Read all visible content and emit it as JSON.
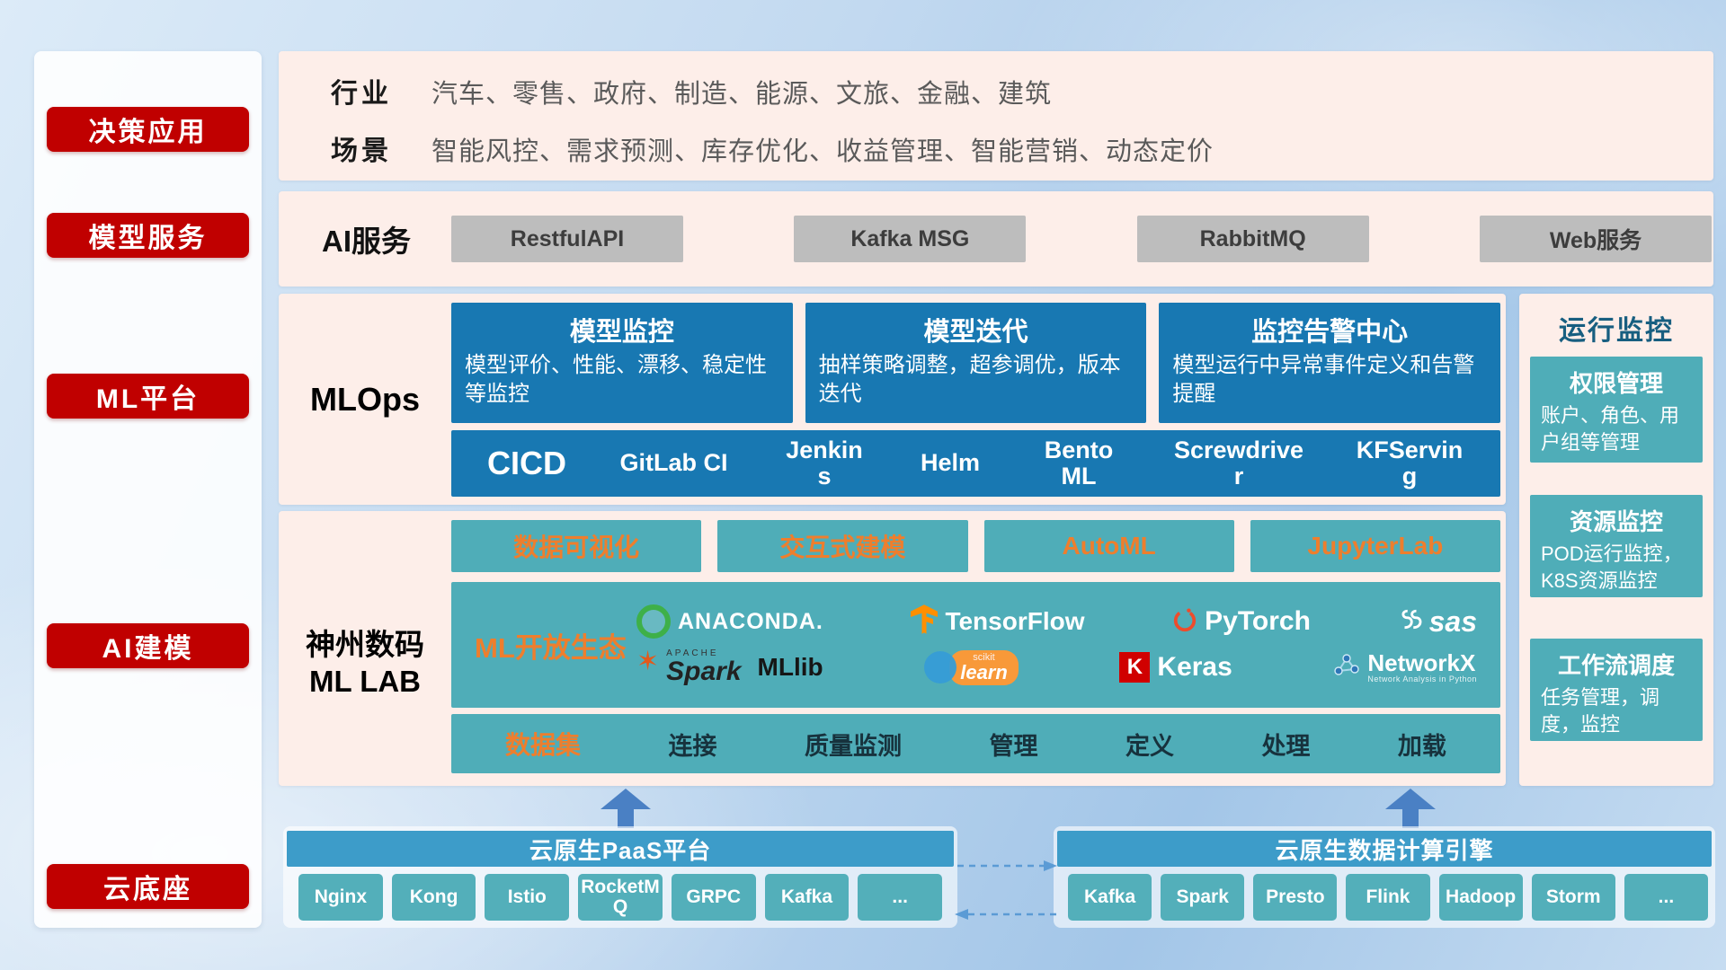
{
  "sidebar": {
    "items": [
      {
        "label": "决策应用"
      },
      {
        "label": "模型服务"
      },
      {
        "label": "ML平台"
      },
      {
        "label": "AI建模"
      },
      {
        "label": "云底座"
      }
    ]
  },
  "industry_row": {
    "row1_label": "行业",
    "row1_text": "汽车、零售、政府、制造、能源、文旅、金融、建筑",
    "row2_label": "场景",
    "row2_text": "智能风控、需求预测、库存优化、收益管理、智能营销、动态定价"
  },
  "service_row": {
    "label": "AI服务",
    "buttons": [
      "RestfulAPI",
      "Kafka MSG",
      "RabbitMQ",
      "Web服务"
    ]
  },
  "mlops": {
    "label": "MLOps",
    "cards": [
      {
        "title": "模型监控",
        "desc": "模型评价、性能、漂移、稳定性等监控"
      },
      {
        "title": "模型迭代",
        "desc": "抽样策略调整，超参调优，版本迭代"
      },
      {
        "title": "监控告警中心",
        "desc": "模型运行中异常事件定义和告警提醒"
      }
    ],
    "cicd": {
      "title": "CICD",
      "items": [
        "GitLab CI",
        "Jenkins",
        "Helm",
        "BentoML",
        "Screwdriver",
        "KFServing"
      ]
    }
  },
  "ml_lab": {
    "label_line1": "神州数码",
    "label_line2": "ML LAB",
    "top_buttons": [
      "数据可视化",
      "交互式建模",
      "AutoML",
      "JupyterLab"
    ],
    "eco_label": "ML开放生态",
    "logos": {
      "anaconda": "ANACONDA.",
      "tensorflow": "TensorFlow",
      "pytorch": "PyTorch",
      "sas": "sas",
      "apache": "APACHE",
      "spark": "Spark",
      "mllib": "MLlib",
      "scikit_top": "scikit",
      "scikit_script": "learn",
      "keras_initial": "K",
      "keras": "Keras",
      "networkx": "NetworkX",
      "networkx_sub": "Network Analysis in Python"
    },
    "data_row": {
      "first": "数据集",
      "items": [
        "连接",
        "质量监测",
        "管理",
        "定义",
        "处理",
        "加载"
      ]
    }
  },
  "monitoring": {
    "title": "运行监控",
    "cards": [
      {
        "title": "权限管理",
        "desc": "账户、角色、用户组等管理"
      },
      {
        "title": "资源监控",
        "desc": "POD运行监控，K8S资源监控"
      },
      {
        "title": "工作流调度",
        "desc": "任务管理，调度，监控"
      }
    ]
  },
  "cloud": {
    "left": {
      "title": "云原生PaaS平台",
      "items": [
        "Nginx",
        "Kong",
        "Istio",
        "RocketMQ",
        "GRPC",
        "Kafka",
        "..."
      ]
    },
    "right": {
      "title": "云原生数据计算引擎",
      "items": [
        "Kafka",
        "Spark",
        "Presto",
        "Flink",
        "Hadoop",
        "Storm",
        "..."
      ]
    }
  },
  "colors": {
    "red": "#c00000",
    "card_blue": "#1878b2",
    "teal": "#4fadb8",
    "orange": "#ee7e2d",
    "header_blue": "#3d9cc9",
    "panel_pink": "#fdeee9",
    "gray_button": "#bdbdbd",
    "arrow_blue": "#4a80c4"
  }
}
